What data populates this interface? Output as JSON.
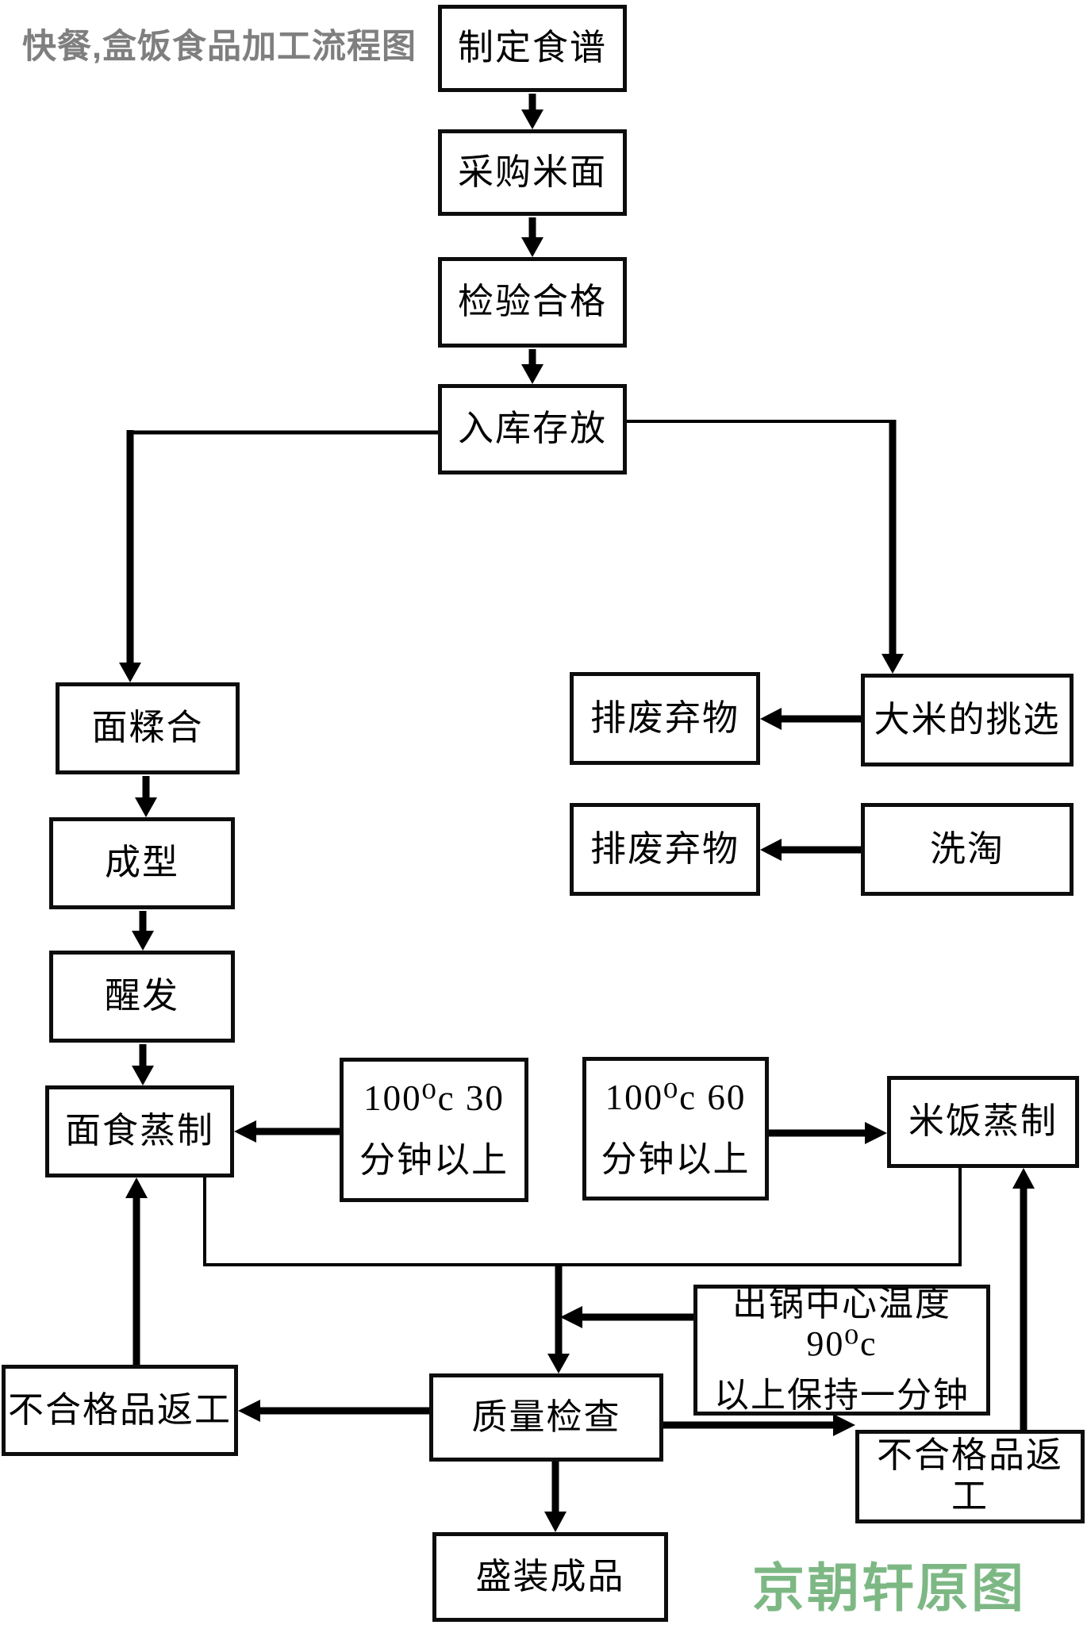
{
  "title": "快餐,盒饭食品加工流程图",
  "watermark": "京朝轩原图",
  "colors": {
    "title_gray": "#7f7f7f",
    "watermark_green": "#7db884",
    "line_black": "#000000"
  },
  "nodes": {
    "make_recipe": "制定食谱",
    "purchase_rice_flour": "采购米面",
    "inspection_pass": "检验合格",
    "warehouse_storage": "入库存放",
    "dough_kneading": "面糅合",
    "forming": "成型",
    "proofing": "醒发",
    "noodle_steaming": "面食蒸制",
    "discard_waste_1": "排废弃物",
    "rice_selection": "大米的挑选",
    "discard_waste_2": "排废弃物",
    "rice_washing": "洗淘",
    "steam_30_line1": "100⁰c 30",
    "steam_30_line2": "分钟以上",
    "steam_60_line1": "100⁰c 60",
    "steam_60_line2": "分钟以上",
    "rice_steaming": "米饭蒸制",
    "pot_out_line1": "出锅中心温度 90⁰c",
    "pot_out_line2": "以上保持一分钟",
    "rework_left": "不合格品返工",
    "quality_check": "质量检查",
    "rework_right": "不合格品返工",
    "pack_finished": "盛装成品"
  }
}
